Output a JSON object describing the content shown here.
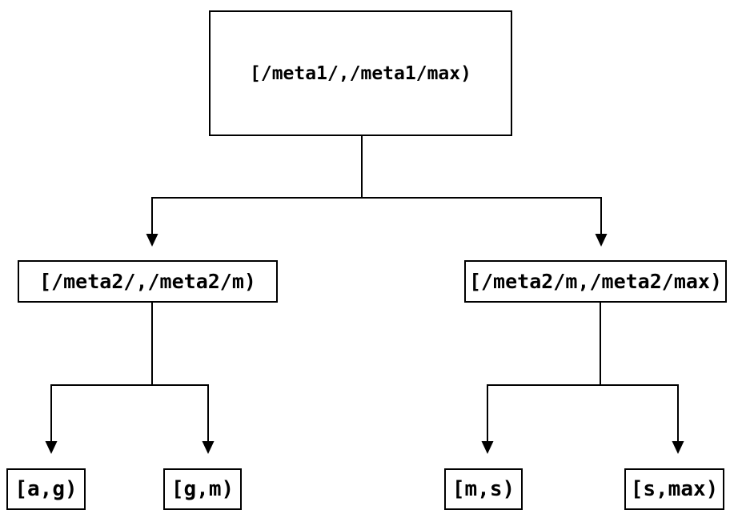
{
  "tree": {
    "root": {
      "label": "[/meta1/,/meta1/max)"
    },
    "level2": [
      {
        "label": "[/meta2/,/meta2/m)"
      },
      {
        "label": "[/meta2/m,/meta2/max)"
      }
    ],
    "leaves": [
      {
        "label": "[a,g)"
      },
      {
        "label": "[g,m)"
      },
      {
        "label": "[m,s)"
      },
      {
        "label": "[s,max)"
      }
    ]
  },
  "colors": {
    "background": "#ffffff",
    "line": "#000000",
    "box_border": "#000000",
    "text": "#000000"
  }
}
